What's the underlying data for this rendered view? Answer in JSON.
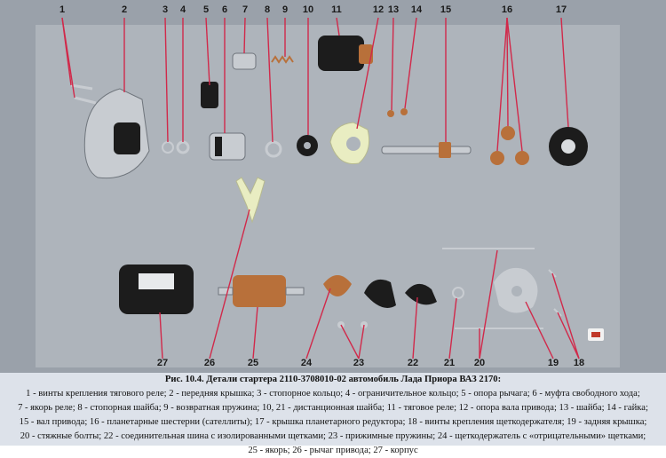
{
  "figure": {
    "callouts": [
      "1",
      "2",
      "3",
      "4",
      "5",
      "6",
      "7",
      "8",
      "9",
      "10",
      "11",
      "12",
      "13",
      "14",
      "15",
      "16",
      "17",
      "27",
      "26",
      "25",
      "24",
      "23",
      "22",
      "21",
      "20",
      "19",
      "18"
    ],
    "colors": {
      "background": "#9aa1aa",
      "panel": "#aeb4bb",
      "leader": "#d1294a",
      "label": "#1a1a1a",
      "metal": "#c8ccd1",
      "dark": "#1c1c1c",
      "copper": "#b8703a",
      "plastic": "#e9edc2"
    }
  },
  "caption": {
    "title": "Рис. 10.4. Детали стартера 2110-3708010-02 автомобиль Лада Приора ВАЗ 2170:",
    "lines": [
      "1 - винты крепления тягового реле; 2 - передняя крышка; 3 - стопорное кольцо; 4 - ограничительное кольцо; 5 - опора рычага; 6 - муфта свободного хода;",
      "7 - якорь реле; 8 - стопорная шайба; 9 - возвратная пружина; 10, 21 - дистанционная шайба; 11 - тяговое реле; 12 - опора вала привода; 13 - шайба; 14 - гайка;",
      "15 - вал привода; 16 - планетарные шестерни (сателлиты); 17 - крышка планетарного редуктора; 18 - винты крепления щеткодержателя; 19 - задняя крышка;",
      "20 - стяжные болты; 22 - соединительная шина с изолированными щетками; 23 - прижимные пружины; 24 - щеткодержатель с «отрицательными» щетками;",
      "25 - якорь; 26 - рычаг привода; 27 - корпус"
    ]
  }
}
